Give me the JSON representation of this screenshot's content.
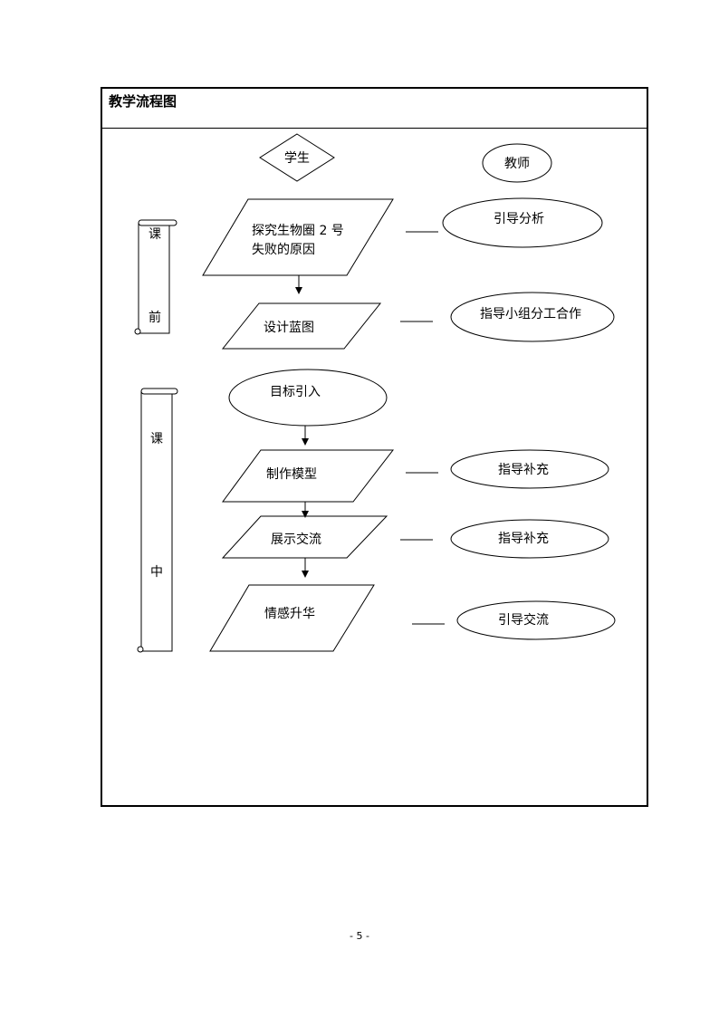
{
  "title": "教学流程图",
  "page_number": "- 5 -",
  "nodes": {
    "student": "学生",
    "teacher": "教师",
    "step1_line1": "探究生物圈 2 号",
    "step1_line2": "失败的原因",
    "step2": "设计蓝图",
    "step3": "目标引入",
    "step4": "制作模型",
    "step5": "展示交流",
    "step6": "情感升华",
    "teacher1": "引导分析",
    "teacher2": "指导小组分工合作",
    "teacher3": "指导补充",
    "teacher4": "指导补充",
    "teacher5": "引导交流"
  },
  "phases": {
    "before_1": "课",
    "before_2": "前",
    "during_1": "课",
    "during_2": "中"
  }
}
